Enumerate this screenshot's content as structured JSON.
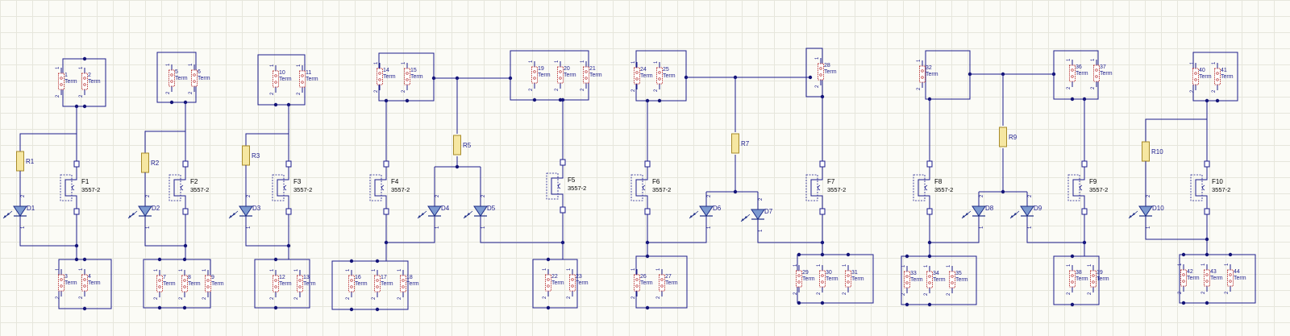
{
  "colors": {
    "wire": "#1c1c8c",
    "junction": "#141478",
    "resistor_fill": "#f6e7a2",
    "resistor_stroke": "#a88b2a",
    "term_body": "#b01818",
    "label": "#1c1c8c",
    "fuse_label": "#000000",
    "led_fill": "#7d9ad0",
    "led_stroke": "#1c2c86"
  },
  "fuse_part": "3557-2",
  "term_type": "Term",
  "pin1": "1",
  "pin2": "2",
  "resistors": [
    "R1",
    "R2",
    "R3",
    "R5",
    "R7",
    "R9",
    "R10"
  ],
  "fuses": [
    "F1",
    "F2",
    "F3",
    "F4",
    "F5",
    "F6",
    "F7",
    "F8",
    "F9",
    "F10"
  ],
  "leds": [
    "D1",
    "D2",
    "D3",
    "D4",
    "D5",
    "D6",
    "D7",
    "D8",
    "D9",
    "D10"
  ],
  "terminals": [
    "1",
    "2",
    "3",
    "4",
    "5",
    "6",
    "7",
    "8",
    "9",
    "10",
    "11",
    "12",
    "13",
    "14",
    "15",
    "16",
    "17",
    "18",
    "19",
    "20",
    "21",
    "22",
    "23",
    "24",
    "25",
    "26",
    "27",
    "28",
    "29",
    "30",
    "31",
    "32",
    "33",
    "34",
    "35",
    "36",
    "37",
    "38",
    "39",
    "40",
    "41",
    "42",
    "43",
    "44"
  ]
}
